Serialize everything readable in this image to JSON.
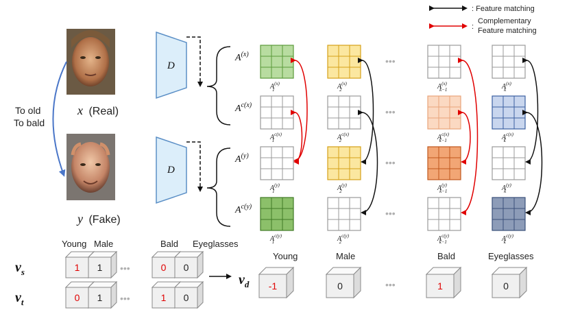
{
  "legend": {
    "feature_matching": ": Feature matching",
    "complementary_line1": "Complementary",
    "complementary_line2": "Feature matching",
    "colors": {
      "black": "#111111",
      "red": "#e00000"
    }
  },
  "inputs": {
    "real_symbol": "x",
    "real_text": "(Real)",
    "fake_symbol": "y",
    "fake_text": "(Fake)",
    "transform_line1": "To old",
    "transform_line2": "To bald",
    "discriminator": "D"
  },
  "rows": [
    {
      "label_base": "A",
      "label_sup": "(x)"
    },
    {
      "label_base": "A",
      "label_sup": "c(x)"
    },
    {
      "label_base": "A",
      "label_sup": "(y)"
    },
    {
      "label_base": "A",
      "label_sup": "c(y)"
    }
  ],
  "columns": [
    {
      "sub": "1"
    },
    {
      "sub": "2"
    },
    {
      "sub": "k−1"
    },
    {
      "sub": "k"
    }
  ],
  "cell_sub_sups": [
    "(x)",
    "c(x)",
    "(y)",
    "c(y)"
  ],
  "ellipsis": "•••",
  "vectors": {
    "attr_labels": [
      "Young",
      "Male",
      "Bald",
      "Eyeglasses"
    ],
    "vs_label": "v",
    "vs_sub": "s",
    "vt_label": "v",
    "vt_sub": "t",
    "vd_label": "v",
    "vd_sub": "d",
    "vs_values": [
      "1",
      "1",
      "0",
      "0"
    ],
    "vt_values": [
      "0",
      "1",
      "1",
      "0"
    ],
    "vd_values": [
      "-1",
      "0",
      "1",
      "0"
    ],
    "highlight_color": "#e00000"
  },
  "grid_colors": {
    "green": "#b8dca0",
    "green_stroke": "#5a9a3a",
    "yellow": "#fbe7a0",
    "yellow_stroke": "#d4a017",
    "peach": "#fbd9c2",
    "peach_stroke": "#e8a47a",
    "orange": "#f2a675",
    "orange_stroke": "#c0561c",
    "blue": "#c9d6ee",
    "blue_stroke": "#3a5fa0",
    "slate": "#8d9cb8",
    "slate_stroke": "#3a4f7a",
    "darkgreen": "#8cc06a",
    "darkgreen_stroke": "#3f7a25",
    "plain_stroke": "#9a9a9a"
  }
}
